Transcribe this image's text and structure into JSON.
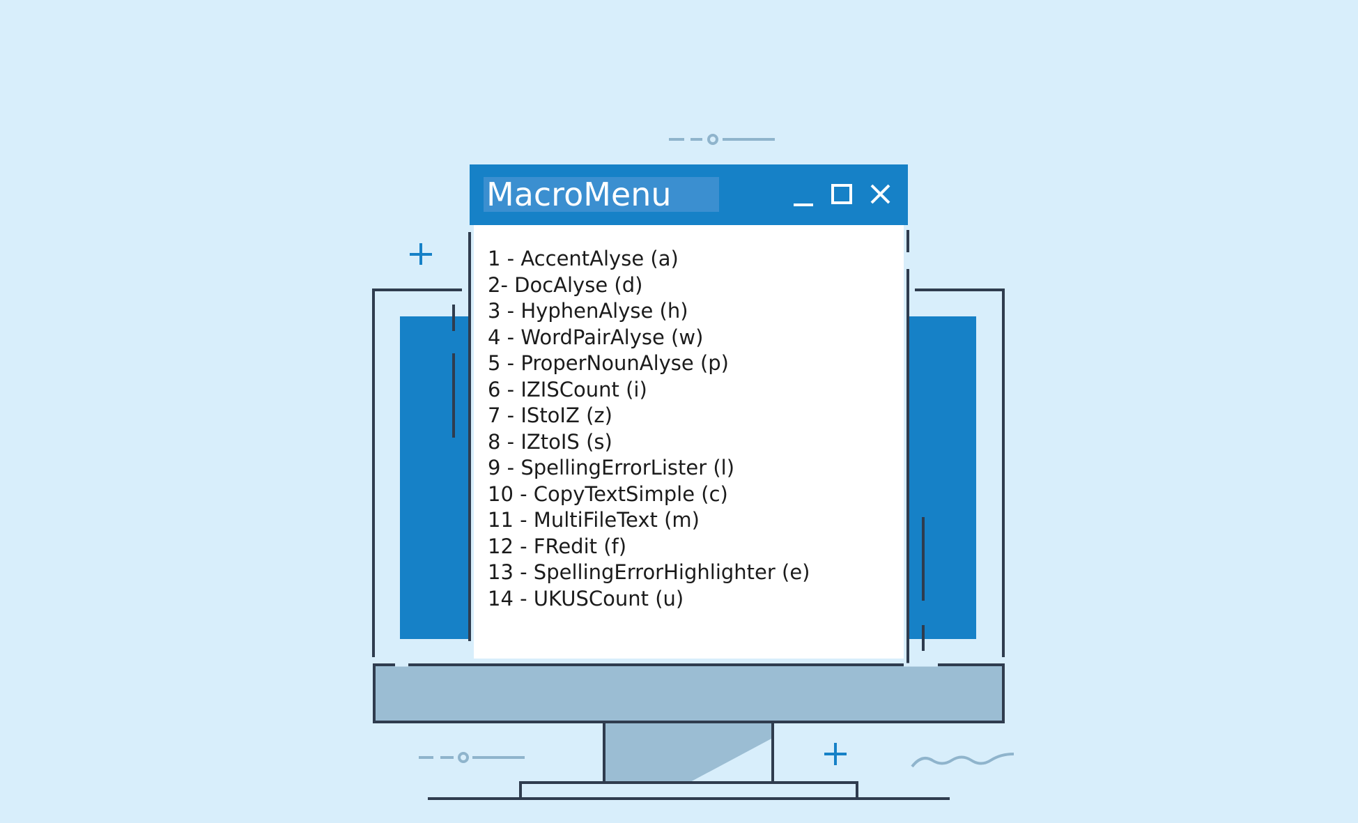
{
  "window": {
    "title": "MacroMenu",
    "controls": [
      {
        "name": "minimize-icon"
      },
      {
        "name": "maximize-icon"
      },
      {
        "name": "close-icon"
      }
    ]
  },
  "menu": {
    "items": [
      "1 - AccentAlyse (a)",
      "2- DocAlyse (d)",
      "3 - HyphenAlyse (h)",
      "4 - WordPairAlyse (w)",
      "5 - ProperNounAlyse (p)",
      "6 - IZISCount (i)",
      "7 - IStoIZ (z)",
      "8 - IZtoIS (s)",
      "9 - SpellingErrorLister (l)",
      "10 - CopyTextSimple (c)",
      "11 - MultiFileText (m)",
      "12 - FRedit (f)",
      "13 - SpellingErrorHighlighter (e)",
      "14 - UKUSCount (u)"
    ]
  },
  "icons": [
    "monitor-icon",
    "mouse-cursor-icon",
    "plus-icon",
    "wave-icon",
    "dashed-line-icon"
  ],
  "colors": {
    "background": "#d8eefb",
    "accent": "#1681c7",
    "title_highlight": "#3b8fd0",
    "outline": "#2f3c4e",
    "monitor_base": "#9bbdd3",
    "decoration": "#8fb4cc"
  }
}
